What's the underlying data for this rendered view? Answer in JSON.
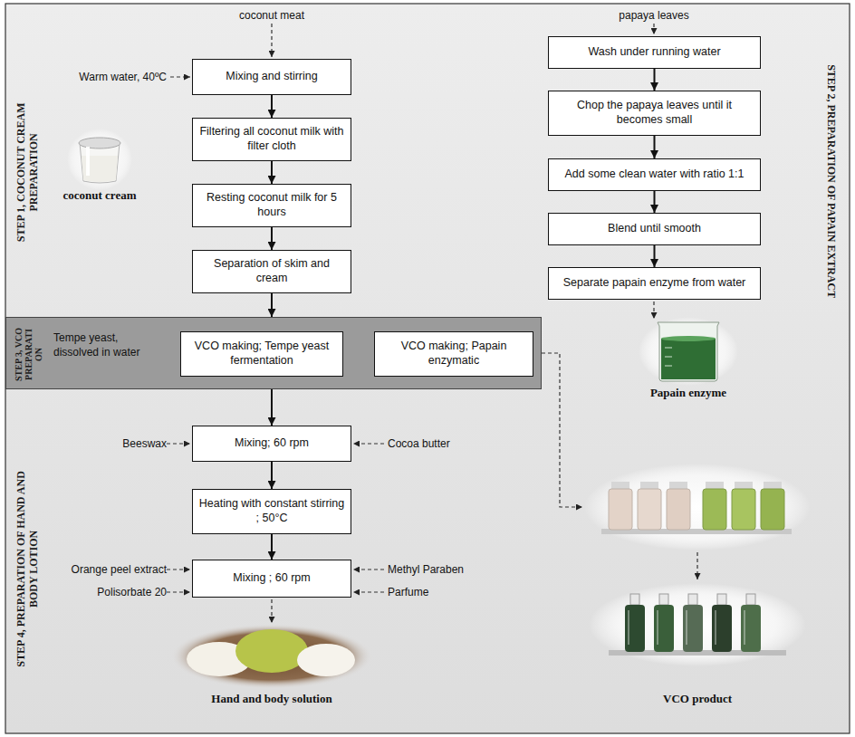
{
  "diagram": {
    "nodes": [
      {
        "text": [
          "Mixing and stirring"
        ]
      },
      {
        "text": [
          "Filtering all coconut milk with filter cloth"
        ]
      },
      {
        "text": [
          "Resting coconut milk for 5 hours"
        ]
      },
      {
        "text": [
          "Separation of skim and cream"
        ]
      },
      {
        "text": [
          "Wash under running water"
        ]
      },
      {
        "text": [
          "Chop the papaya leaves until it becomes small"
        ]
      },
      {
        "text": [
          "Add some clean water with ratio 1:1"
        ]
      },
      {
        "text": [
          "Blend until smooth"
        ]
      },
      {
        "text": [
          "Separate papain enzyme from water"
        ]
      },
      {
        "text": [
          "STEP 3, VCO PREPARATI ON",
          "Tempe yeast, dissolved in water"
        ]
      },
      {
        "text": [
          "VCO making; Tempe yeast fermentation"
        ],
        "in": 9
      },
      {
        "text": [
          "VCO making; Papain enzymatic"
        ],
        "in": 9
      },
      {
        "text": [
          "Mixing; 60 rpm"
        ]
      },
      {
        "text": [
          "Heating with constant stirring ; 50°C"
        ]
      },
      {
        "text": [
          "Mixing ; 60 rpm"
        ]
      }
    ],
    "edges": [
      {
        "from": 0,
        "to": 1,
        "arrow": "to"
      },
      {
        "from": 1,
        "to": 2,
        "arrow": "to"
      },
      {
        "from": 2,
        "to": 3,
        "arrow": "to"
      },
      {
        "from": 3,
        "to": 9,
        "arrow": "to"
      },
      {
        "from": 4,
        "to": 5,
        "arrow": "to"
      },
      {
        "from": 5,
        "to": 6,
        "arrow": "to"
      },
      {
        "from": 6,
        "to": 7,
        "arrow": "to"
      },
      {
        "from": 7,
        "to": 8,
        "arrow": "to"
      },
      {
        "from": 9,
        "to": 12,
        "arrow": "to"
      },
      {
        "from": 12,
        "to": 13,
        "arrow": "to"
      },
      {
        "from": 13,
        "to": 14,
        "arrow": "to"
      }
    ],
    "labels": [
      "STEP 1, COCONUT CREAM PREPARATION",
      "coconut meat",
      "Warm water, 40ºC",
      "coconut cream",
      "papaya leaves",
      "STEP 2, PREPARATION OF PAPAIN EXTRACT",
      "Papain enzyme",
      "STEP 4, PREPARATION OF HAND AND BODY LOTION",
      "Beeswax",
      "Cocoa butter",
      "Orange peel extract",
      "Methyl Paraben",
      "Polisorbate 20",
      "Parfume",
      "Hand and body solution",
      "VCO product"
    ]
  }
}
